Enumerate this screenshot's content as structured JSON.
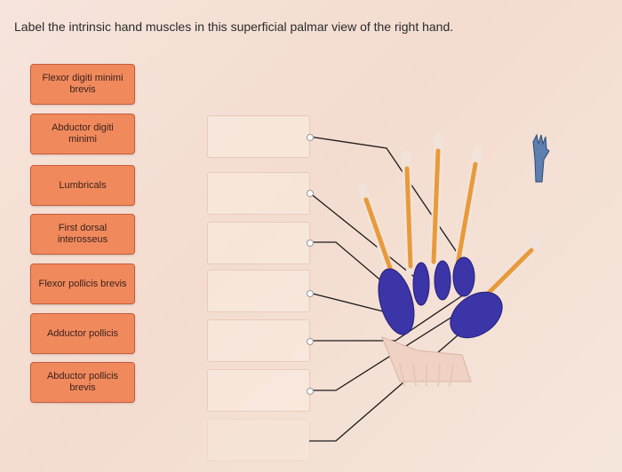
{
  "prompt": "Label the intrinsic hand muscles in this superficial palmar view of the right hand.",
  "labels": [
    "Flexor digiti minimi brevis",
    "Abductor digiti minimi",
    "Lumbricals",
    "First dorsal interosseus",
    "Flexor pollicis brevis",
    "Adductor pollicis",
    "Abductor pollicis brevis"
  ],
  "colors": {
    "label_fill": "#f08a5d",
    "label_border": "#c65a3a",
    "muscle_blue": "#3b35a8",
    "tendon_orange": "#e89a3a"
  }
}
